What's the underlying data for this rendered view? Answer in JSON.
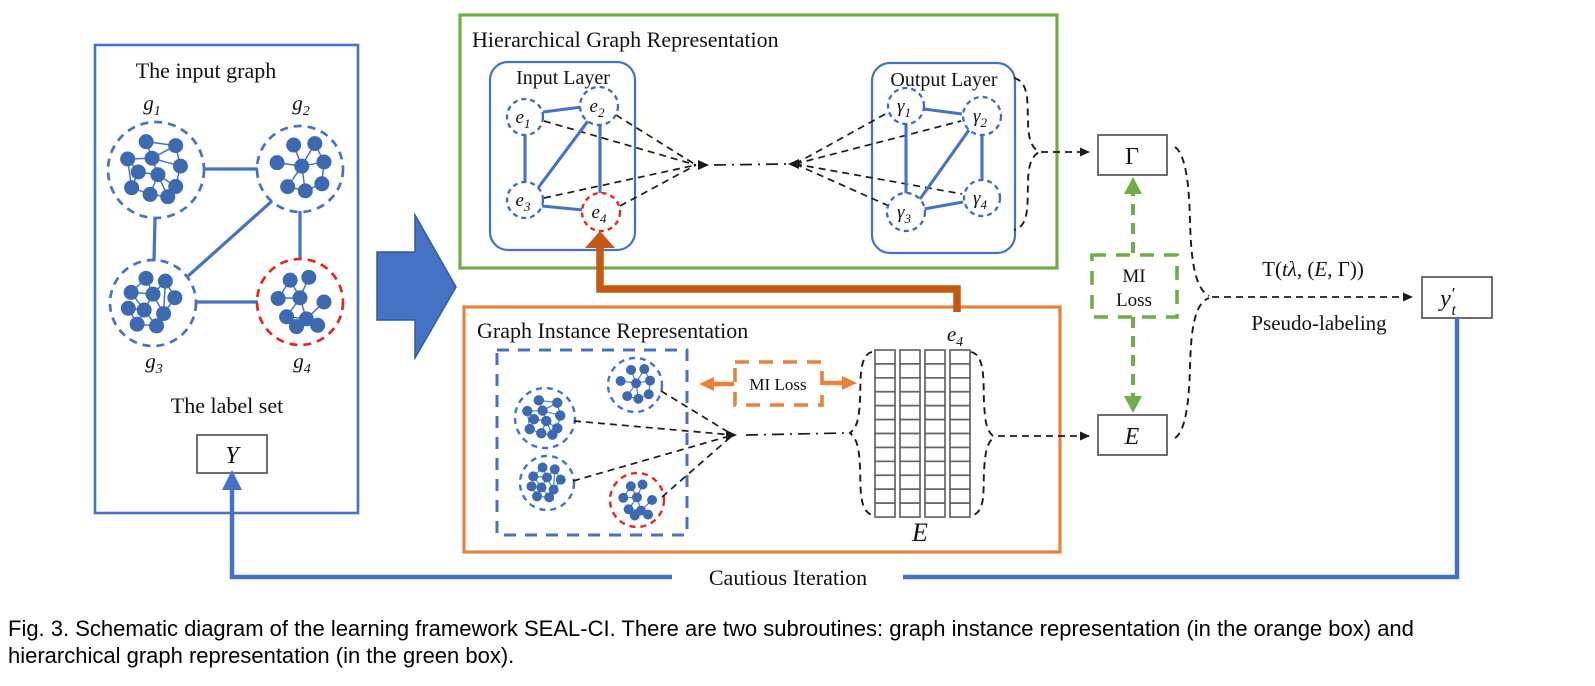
{
  "colors": {
    "blue": "#4472C4",
    "node_blue": "#3D69B1",
    "green": "#70AD47",
    "orange": "#E8823A",
    "dark_orange": "#C45911",
    "red": "#E8251C",
    "box_border": "#4a4a4a"
  },
  "input_graph": {
    "title": "The input graph",
    "cluster_labels": [
      {
        "b": "g",
        "s": "1"
      },
      {
        "b": "g",
        "s": "2"
      },
      {
        "b": "g",
        "s": "3"
      },
      {
        "b": "g",
        "s": "4"
      }
    ],
    "label_set_title": "The label set",
    "label_set_value": "Y"
  },
  "hierarchical": {
    "title": "Hierarchical Graph Representation",
    "input_layer_title": "Input Layer",
    "input_nodes": [
      {
        "b": "e",
        "s": "1"
      },
      {
        "b": "e",
        "s": "2"
      },
      {
        "b": "e",
        "s": "3"
      },
      {
        "b": "e",
        "s": "4"
      }
    ],
    "output_layer_title": "Output Layer",
    "output_nodes": [
      {
        "b": "γ",
        "s": "1"
      },
      {
        "b": "γ",
        "s": "2"
      },
      {
        "b": "γ",
        "s": "3"
      },
      {
        "b": "γ",
        "s": "4"
      }
    ]
  },
  "instance": {
    "title": "Graph Instance Representation",
    "mi_loss_label": "MI Loss",
    "matrix_top": {
      "b": "e",
      "s": "4"
    },
    "matrix_bottom_label": "E"
  },
  "right_flow": {
    "gamma_box_label": "Γ",
    "e_box_label": "E",
    "mi_loss_line1": "MI",
    "mi_loss_line2": "Loss",
    "transform": {
      "p1": "T(",
      "p2": "tλ",
      "p3": ", (",
      "p4": "E",
      "p5": ", Γ))"
    },
    "pseudo_label": "Pseudo-labeling",
    "output": {
      "base": "y",
      "prime": "′",
      "sub": "t"
    }
  },
  "bottom": {
    "cautious_label": "Cautious Iteration"
  },
  "caption": {
    "line1": "Fig. 3. Schematic diagram of the learning framework SEAL-CI. There are two subroutines: graph instance representation (in the orange box) and",
    "line2": "hierarchical graph representation (in the green box)."
  }
}
